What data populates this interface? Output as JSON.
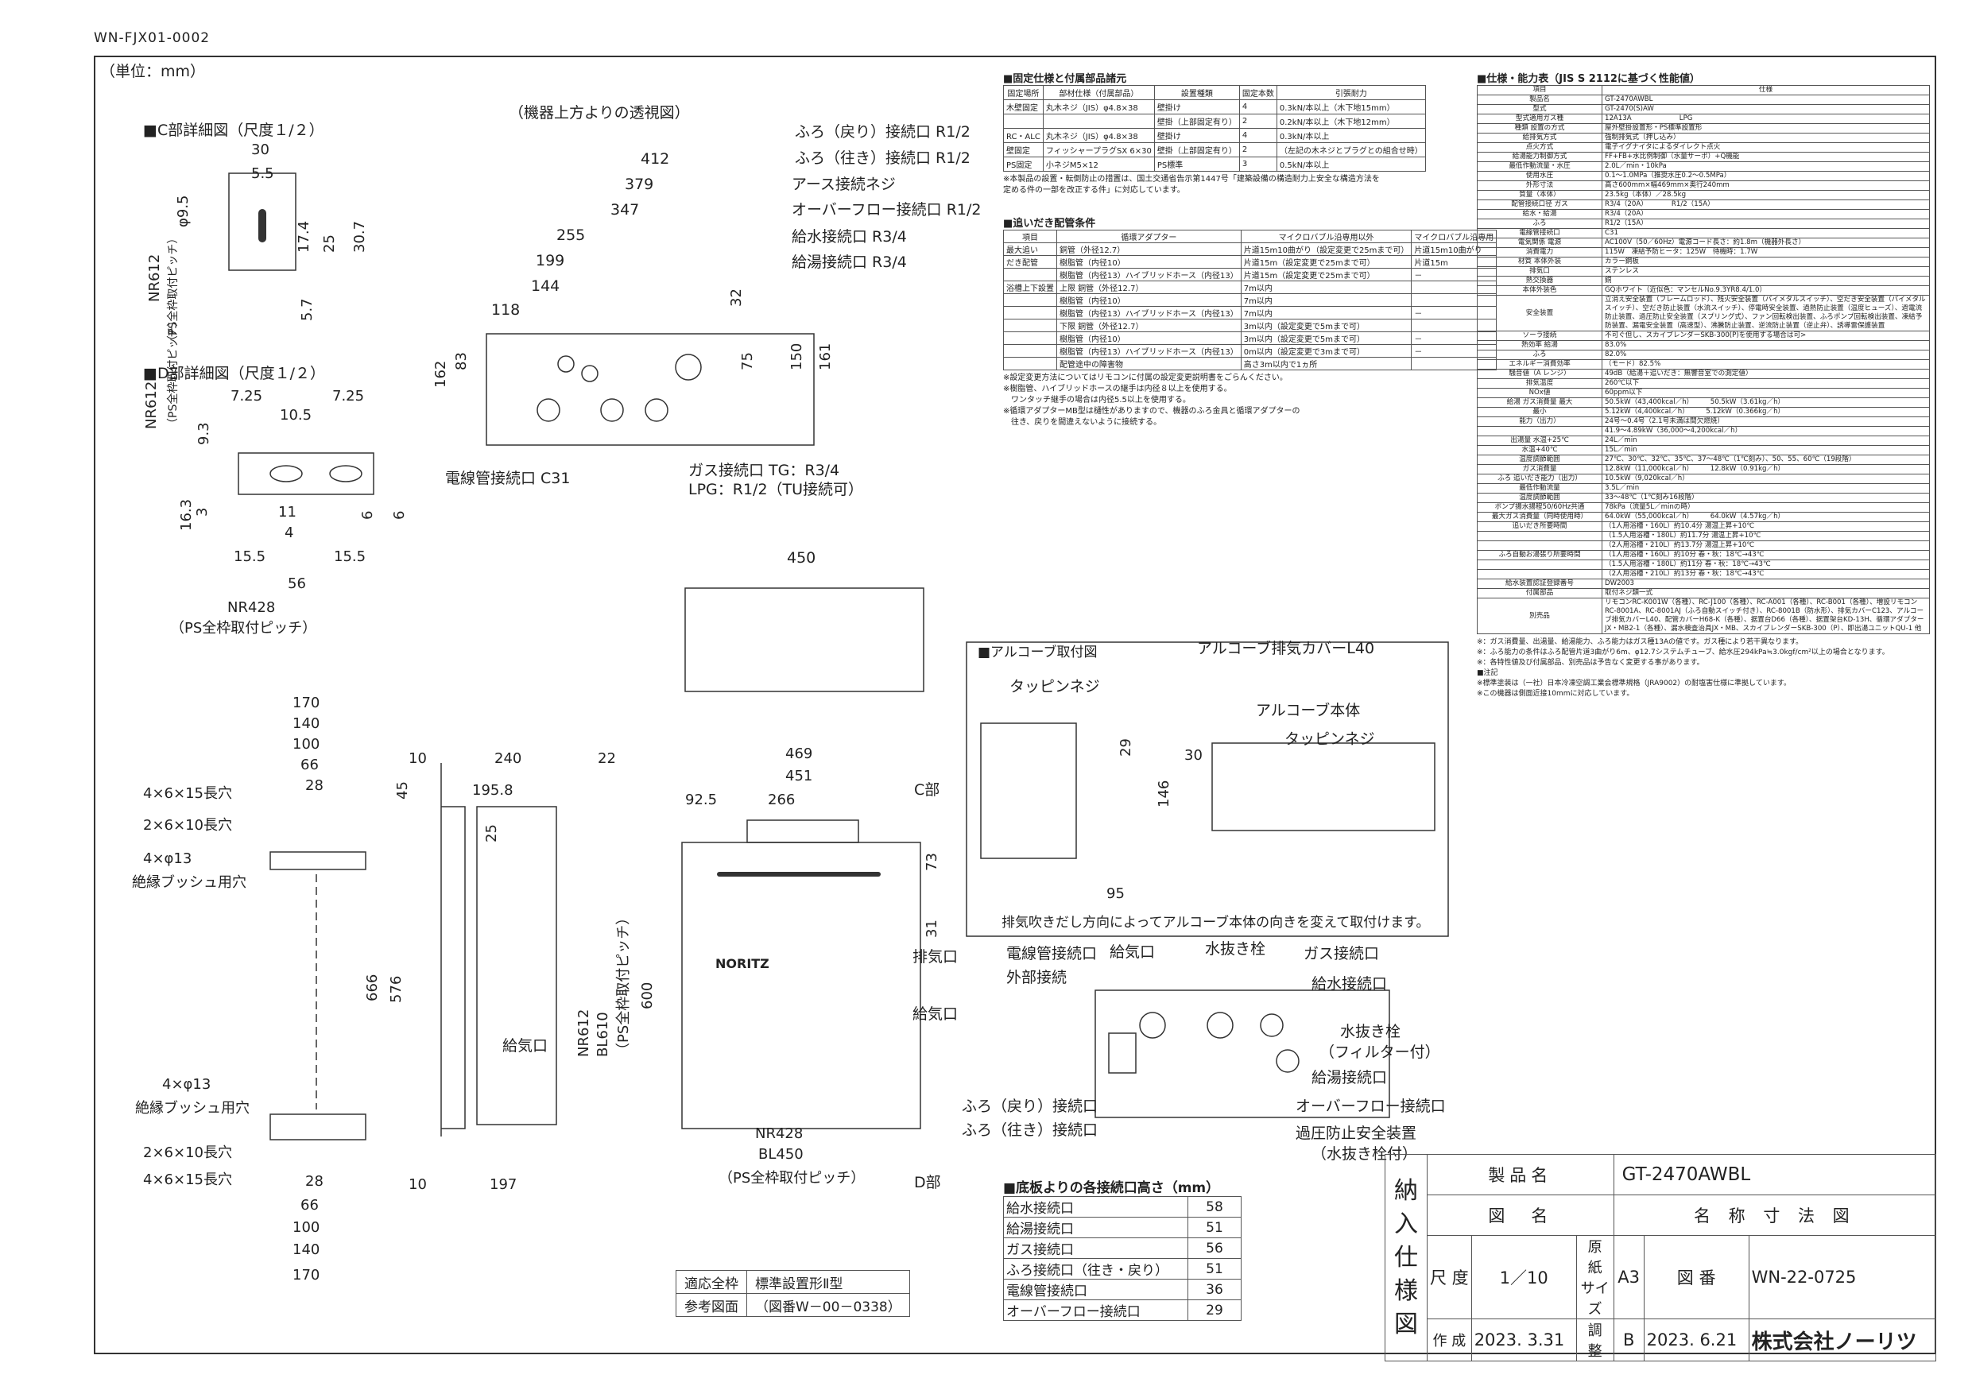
{
  "doc_id": "WN-FJX01-0002",
  "unit": "（単位：mm）",
  "drawing": {
    "transparent_view": "（機器上方よりの透視図）",
    "c_detail": "■C部詳細図（尺度１/２）",
    "d_detail": "■D部詳細図（尺度１/２）",
    "conn_labels": [
      "ふろ（戻り）接続口 R1/2",
      "ふろ（往き）接続口 R1/2",
      "アース接続ネジ",
      "オーバーフロー接続口 R1/2",
      "給水接続口 R3/4",
      "給湯接続口 R3/4"
    ],
    "conduit": "電線管接続口 C31",
    "gas_conn": [
      "ガス接続口 TG：R3/4",
      "LPG：R1/2（TU接続可）"
    ],
    "top_dims": [
      "412",
      "379",
      "347",
      "255",
      "199",
      "144",
      "118"
    ],
    "side_dims": [
      "83",
      "162",
      "32",
      "75",
      "150",
      "161"
    ],
    "c_dims": [
      "30",
      "5.5",
      "φ9.5",
      "17.4",
      "25",
      "30.7",
      "5.7",
      "NR612",
      "（PS全枠取付ピッチ）"
    ],
    "d_dims": [
      "7.25",
      "7.25",
      "10.5",
      "9.3",
      "16.3",
      "3",
      "11",
      "4",
      "6",
      "6",
      "15.5",
      "15.5",
      "56",
      "NR428",
      "（PS全枠取付ピッチ）",
      "NR612",
      "（PS全枠取付ピッチ）"
    ],
    "bracket_top_dims": [
      "170",
      "140",
      "100",
      "66",
      "28",
      "45"
    ],
    "bracket_bot_dims": [
      "28",
      "66",
      "100",
      "140",
      "170"
    ],
    "bracket_labels": [
      "4×6×15長穴",
      "2×6×10長穴",
      "4×φ13",
      "絶縁ブッシュ用穴",
      "4×φ13",
      "絶縁ブッシュ用穴",
      "2×6×10長穴",
      "4×6×15長穴"
    ],
    "side_view_dims": [
      "10",
      "240",
      "22",
      "195.8",
      "25",
      "666",
      "576",
      "10",
      "197"
    ],
    "side_labels": [
      "給気口"
    ],
    "top_view_dim": "450",
    "front_dims": [
      "469",
      "451",
      "92.5",
      "266",
      "73",
      "31",
      "NR612",
      "BL610",
      "（PS全枠取付ピッチ）",
      "600",
      "NR428",
      "BL450",
      "（PS全枠取付ピッチ）"
    ],
    "front_labels": [
      "C部",
      "排気口",
      "給気口",
      "D部"
    ],
    "brand": "NORITZ",
    "alcove_title": "■アルコーブ取付図",
    "alcove_labels": [
      "アルコーブ排気カバーL40",
      "タッピンネジ",
      "アルコーブ本体",
      "タッピンネジ"
    ],
    "alcove_dims": [
      "29",
      "30",
      "146",
      "95"
    ],
    "alcove_caption": "排気吹きだし方向によってアルコーブ本体の向きを変えて取付けます。",
    "bottom_labels": [
      "電線管接続口",
      "外部接続",
      "給気口",
      "水抜き栓",
      "ガス接続口",
      "給水接続口",
      "水抜き栓",
      "（フィルター付）",
      "給湯接続口",
      "ふろ（戻り）接続口",
      "ふろ（往き）接続口",
      "オーバーフロー接続口",
      "過圧防止安全装置",
      "（水抜き栓付）"
    ]
  },
  "fixing": {
    "title": "■固定仕様と付属部品諸元",
    "head": [
      "固定場所",
      "部材仕様（付属部品）",
      "設置種類",
      "固定本数",
      "引張耐力"
    ],
    "rows": [
      [
        "木壁固定",
        "丸木ネジ（JIS）φ4.8×38",
        "壁掛け",
        "4",
        "0.3kN/本以上（木下地15mm）"
      ],
      [
        "",
        "",
        "壁掛（上部固定有り）",
        "2",
        "0.2kN/本以上（木下地12mm）"
      ],
      [
        "RC・ALC",
        "丸木ネジ（JIS）φ4.8×38",
        "壁掛け",
        "4",
        "0.3kN/本以上"
      ],
      [
        "壁固定",
        "フィッシャープラグSX 6×30",
        "壁掛（上部固定有り）",
        "2",
        "（左記の木ネジとプラグとの組合せ時）"
      ],
      [
        "PS固定",
        "小ネジM5×12",
        "PS標準",
        "3",
        "0.5kN/本以上"
      ]
    ],
    "note": [
      "※本製品の設置・転倒防止の措置は、国土交通省告示第1447号「建築設備の構造耐力上安全な構造方法を",
      "定める件の一部を改正する件」に対応しています。"
    ]
  },
  "oidaki": {
    "title": "■追いだき配管条件",
    "head": [
      "項目",
      "循環アダプター",
      "マイクロバブル沿専用以外",
      "マイクロバブル沿専用"
    ],
    "rows": [
      [
        "最大追い",
        "銅管（外径12.7）",
        "片道15m10曲がり（設定変更で25mまで可）",
        "片道15m10曲がり"
      ],
      [
        "だき配管",
        "樹脂管（内径10）",
        "片道15m（設定変更で25mまで可）",
        "片道15m"
      ],
      [
        "",
        "樹脂管（内径13）ハイブリッドホース（内径13）",
        "片道15m（設定変更で25mまで可）",
        "－"
      ],
      [
        "浴槽上下設置",
        "上限 銅管（外径12.7）",
        "7m以内",
        ""
      ],
      [
        "",
        "樹脂管（内径10）",
        "7m以内",
        ""
      ],
      [
        "",
        "樹脂管（内径13）ハイブリッドホース（内径13）",
        "7m以内",
        "－"
      ],
      [
        "",
        "下限 銅管（外径12.7）",
        "3m以内（設定変更で5mまで可）",
        ""
      ],
      [
        "",
        "樹脂管（内径10）",
        "3m以内（設定変更で5mまで可）",
        "－"
      ],
      [
        "",
        "樹脂管（内径13）ハイブリッドホース（内径13）",
        "0m以内（設定変更で3mまで可）",
        "－"
      ],
      [
        "",
        "配管途中の障害物",
        "高さ3m以内で1ヵ所",
        ""
      ]
    ],
    "note": [
      "※設定変更方法についてはリモコンに付属の設定変更説明書をごらんください。",
      "※樹脂管、ハイブリッドホースの継手は内径８以上を使用する。",
      "　ワンタッチ継手の場合は内径5.5以上を使用する。",
      "※循環アダプターMB型は樋性がありますので、機器のふろ金具と循環アダプターの",
      "　往き、戻りを間違えないように接続する。"
    ]
  },
  "spec": {
    "title": "■仕様・能力表（JIS S 2112に基づく性能値）",
    "head": [
      "項目",
      "仕様"
    ],
    "rows": [
      [
        "製品名",
        "GT-2470AWBL"
      ],
      [
        "型式",
        "GT-2470(S)AW"
      ],
      [
        "型式適用ガス種",
        "12A13A　　　　　　　LPG"
      ],
      [
        "種類 設置の方式",
        "屋外壁掛設置形・PS標準設置形"
      ],
      [
        "給排気方式",
        "強制排気式（押し込み）"
      ],
      [
        "点火方式",
        "電子イグナイタによるダイレクト点火"
      ],
      [
        "給湯能力制御方式",
        "FF+FB+水比例制御（水量サーボ）+Q機能"
      ],
      [
        "最低作動流量・水圧",
        "2.0L／min・10kPa"
      ],
      [
        "使用水圧",
        "0.1～1.0MPa（推奨水圧0.2～0.5MPa）"
      ],
      [
        "外形寸法",
        "高さ600mm×幅469mm×奥行240mm"
      ],
      [
        "質量（本体）",
        "23.5kg（本体）／28.5kg"
      ],
      [
        "配管接続口径 ガス",
        "R3/4（20A）　　　　R1/2（15A）"
      ],
      [
        "給水・給湯",
        "R3/4（20A）"
      ],
      [
        "ふろ",
        "R1/2（15A）"
      ],
      [
        "電線管接続口",
        "C31"
      ],
      [
        "電気関係 電源",
        "AC100V（50／60Hz）電源コード長さ：約1.8m（機器外長さ）"
      ],
      [
        "消費電力",
        "115W　凍結予防ヒータ：125W　待機時：1.7W"
      ],
      [
        "材質 本体外装",
        "カラー鋼板"
      ],
      [
        "排気口",
        "ステンレス"
      ],
      [
        "熱交換器",
        "銅"
      ],
      [
        "本体外装色",
        "GQホワイト（近似色：マンセルNo.9.3YR8.4/1.0）"
      ],
      [
        "安全装置",
        "立消え安全装置（フレームロッド）、残火安全装置（バイメタルスイッチ）、空だき安全装置（バイメタルスイッチ）、空だき防止装置（水流スイッチ）、停電時安全装置、過熱防止装置（温度ヒューズ）、過電流防止装置、過圧防止安全装置（スプリング式）、ファン回転検出装置、ふろポンプ回転検出装置、凍結予防装置、漏電安全装置（高速型）、沸騰防止装置、逆流防止装置（逆止弁）、誘導雷保護装置"
      ],
      [
        "ソーラ接続",
        "不可ぐ但し、スカイブレンダーSKB-300(P)を使用する場合は可>"
      ],
      [
        "熱効率 給湯",
        "83.0%"
      ],
      [
        "ふろ",
        "82.0%"
      ],
      [
        "エネルギー消費効率",
        "（モード）82.5%"
      ],
      [
        "騒音値（A レンジ）",
        "49dB（給湯＋追いだき：無響音室での測定値）"
      ],
      [
        "排気温度",
        "260℃以下"
      ],
      [
        "NOx値",
        "60ppm以下"
      ],
      [
        "給湯 ガス消費量 最大",
        "50.5kW（43,400kcal／h）　　　50.5kW（3.61kg／h）"
      ],
      [
        "最小",
        "5.12kW（4,400kcal／h）　　　5.12kW（0.366kg／h）"
      ],
      [
        "能力（出力）",
        "24号～0.4号（2.1号未満は間欠燃焼）"
      ],
      [
        "",
        "41.9～4.89kW（36,000～4,200kcal／h）"
      ],
      [
        "出湯量 水温+25℃",
        "24L／min"
      ],
      [
        "水温+40℃",
        "15L／min"
      ],
      [
        "温度調節範囲",
        "27℃、30℃、32℃、35℃、37～48℃（1℃刻み）、50、55、60℃（19段階）"
      ],
      [
        "ガス消費量",
        "12.8kW（11,000kcal／h）　　　12.8kW（0.91kg／h）"
      ],
      [
        "ふろ 追いだき能力（出力）",
        "10.5kW（9,020kcal／h）"
      ],
      [
        "最低作動流量",
        "3.5L／min"
      ],
      [
        "温度調節範囲",
        "33～48℃（1℃刻み16段階）"
      ],
      [
        "ポンプ揚水揚程50/60Hz共通",
        "78kPa（流量5L／minの時）"
      ],
      [
        "最大ガス消費量（同時使用時）",
        "64.0kW（55,000kcal／h）　　　64.0kW（4.57kg／h）"
      ],
      [
        "追いだき所要時間",
        "（1人用浴槽・160L）約10.4分 湯温上昇+10℃"
      ],
      [
        "",
        "（1.5人用浴槽・180L）約11.7分 湯温上昇+10℃"
      ],
      [
        "",
        "（2人用浴槽・210L）約13.7分 湯温上昇+10℃"
      ],
      [
        "ふろ自動お湯張り所要時間",
        "（1人用浴槽・160L）約10分 春・秋：18℃→43℃"
      ],
      [
        "",
        "（1.5人用浴槽・180L）約11分 春・秋：18℃→43℃"
      ],
      [
        "",
        "（2人用浴槽・210L）約13分 春・秋：18℃→43℃"
      ],
      [
        "給水装置認証登録番号",
        "DW2003"
      ],
      [
        "付属部品",
        "取付ネジ類一式"
      ],
      [
        "別売品",
        "リモコンRC-K001W（各種）、RC-J100（各種）、RC-A001（各種）、RC-B001（各種）、増設リモコンRC-8001A、RC-8001AJ（ふろ自動スイッチ付き）、RC-8001B（防水形）、排気カバーC123、アルコーブ排気カバーL40、配管カバーH68-K（各種）、据置台D66（各種）、据置架台KD-13H、循環アダプターJX・MB2-1（各種）、漏水検査治具JX・MB、スカイブレンダーSKB-300（P）、即出湯ユニットQU-1 他"
      ]
    ],
    "notes": [
      "※：ガス消費量、出湯量、給湯能力、ふろ能力はガス種13Aの値です。ガス種により若干異なります。",
      "※：ふろ能力の条件はふろ配管片道3曲がり6m、φ12.7システムチューブ、給水圧294kPa≒3.0kgf/cm²以上の場合となります。",
      "※：各特性値及び付属部品、別売品は予告なく変更する事があります。",
      "■注記",
      "※標準塗装は（一社）日本冷凍空調工業会標準規格（JRA9002）の耐塩害仕様に準拠しています。",
      "※この機器は側面近接10mmに対応しています。"
    ]
  },
  "heights": {
    "title": "■底板よりの各接続口高さ（mm）",
    "rows": [
      [
        "給水接続口",
        "58"
      ],
      [
        "給湯接続口",
        "51"
      ],
      [
        "ガス接続口",
        "56"
      ],
      [
        "ふろ接続口（往き・戻り）",
        "51"
      ],
      [
        "電線管接続口",
        "36"
      ],
      [
        "オーバーフロー接続口",
        "29"
      ]
    ]
  },
  "ps_frame": {
    "rows": [
      [
        "適応全枠",
        "標準設置形Ⅱ型"
      ],
      [
        "参考図面",
        "（図番W－00－0338）"
      ]
    ]
  },
  "title_block": {
    "side": "納入仕様図",
    "product_label": "製品名",
    "product": "GT-2470AWBL",
    "drawing_label": "図　名",
    "drawing_name": "名 称 寸 法 図",
    "scale_label": "尺 度",
    "scale": "1／10",
    "paper_label": "原 紙 サイズ",
    "paper": "A3",
    "number_label": "図 番",
    "number": "WN-22-0725",
    "made_label": "作 成",
    "made_date": "2023. 3.31",
    "adjust_label": "調 整",
    "rev": "B",
    "adjust_date": "2023. 6.21",
    "company": "株式会社ノーリツ"
  }
}
